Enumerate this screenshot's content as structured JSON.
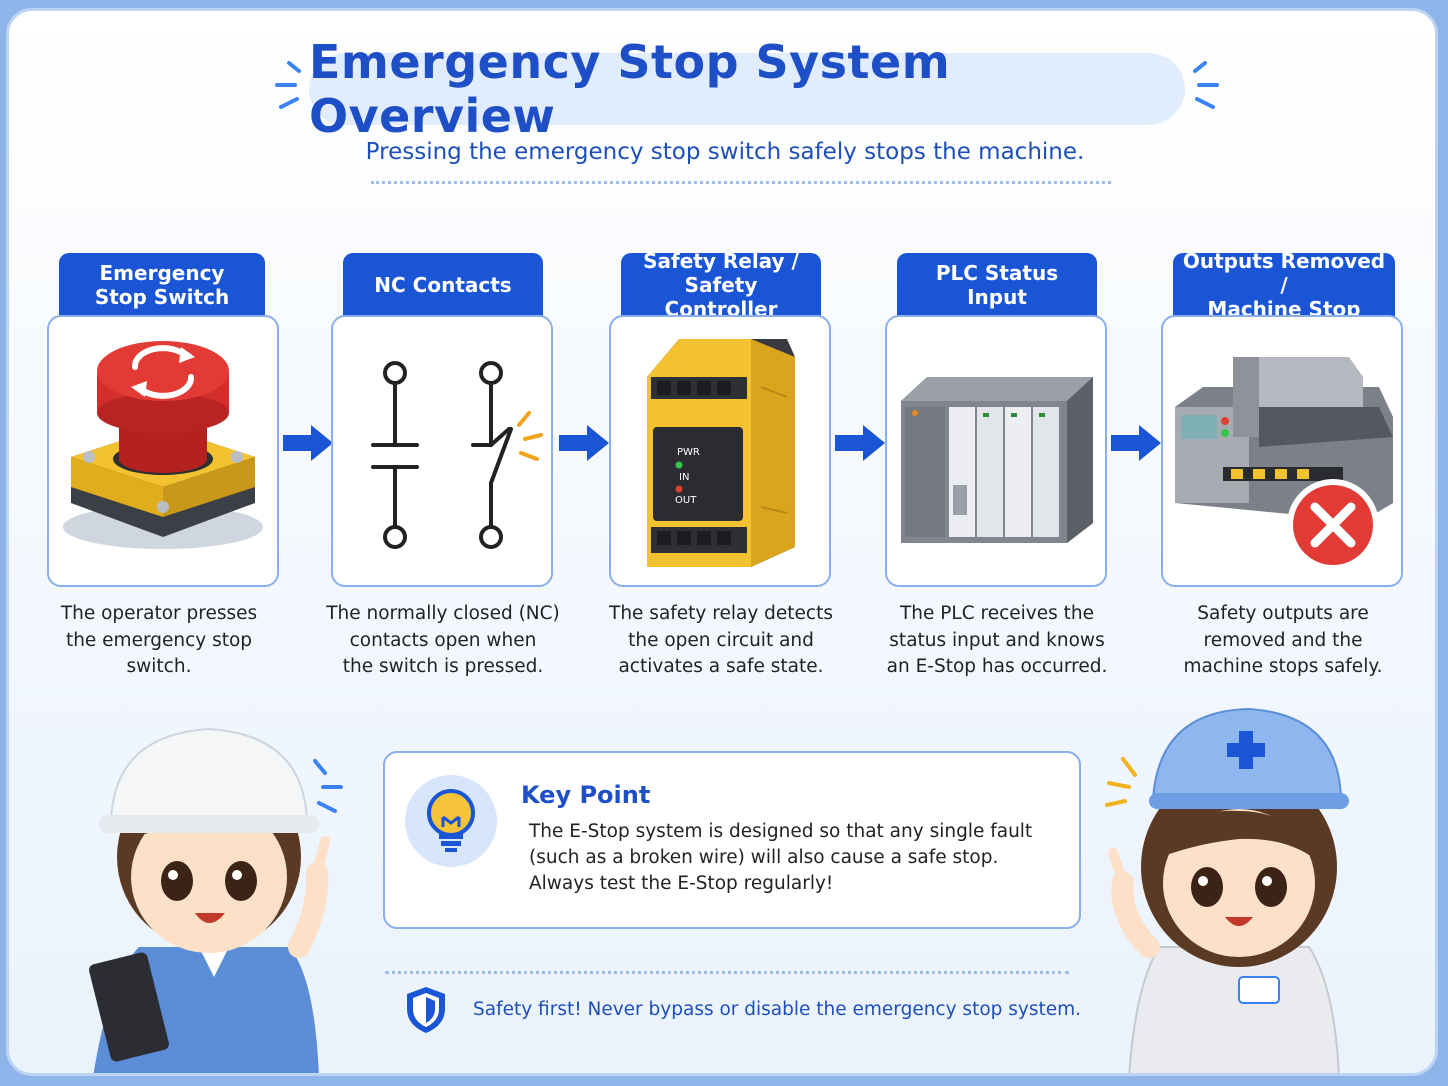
{
  "header": {
    "title": "Emergency Stop System Overview",
    "subtitle": "Pressing the emergency stop switch safely stops the machine."
  },
  "steps": [
    {
      "label": "Emergency\nStop Switch",
      "icon": "emergency-stop-button-icon",
      "description": "The operator presses\nthe emergency stop\nswitch."
    },
    {
      "label": "NC Contacts",
      "icon": "nc-contacts-icon",
      "description": "The normally closed (NC)\ncontacts open when\nthe switch is pressed."
    },
    {
      "label": "Safety Relay /\nSafety Controller",
      "icon": "safety-relay-icon",
      "description": "The safety relay detects\nthe open circuit and\nactivates a safe state.",
      "relay_labels": [
        "PWR",
        "IN",
        "OUT"
      ]
    },
    {
      "label": "PLC Status Input",
      "icon": "plc-icon",
      "description": "The PLC receives the\nstatus input and knows\nan E-Stop has occurred."
    },
    {
      "label": "Outputs Removed /\nMachine Stop",
      "icon": "machine-stopped-icon",
      "description": "Safety outputs are\nremoved and the\nmachine stops safely."
    }
  ],
  "key_point": {
    "title": "Key Point",
    "text": "The E-Stop system is designed so that any single fault\n(such as a broken wire) will also cause a safe stop.\nAlways test the E-Stop regularly!",
    "icon": "lightbulb-icon"
  },
  "footer": {
    "text": "Safety first!  Never bypass or disable the emergency stop system.",
    "icon": "shield-icon"
  },
  "colors": {
    "primary": "#1a55d6",
    "title": "#1f4fc7",
    "card_border": "#8ab0ea",
    "stop_red": "#e23b36",
    "relay_yellow": "#f2c230"
  }
}
